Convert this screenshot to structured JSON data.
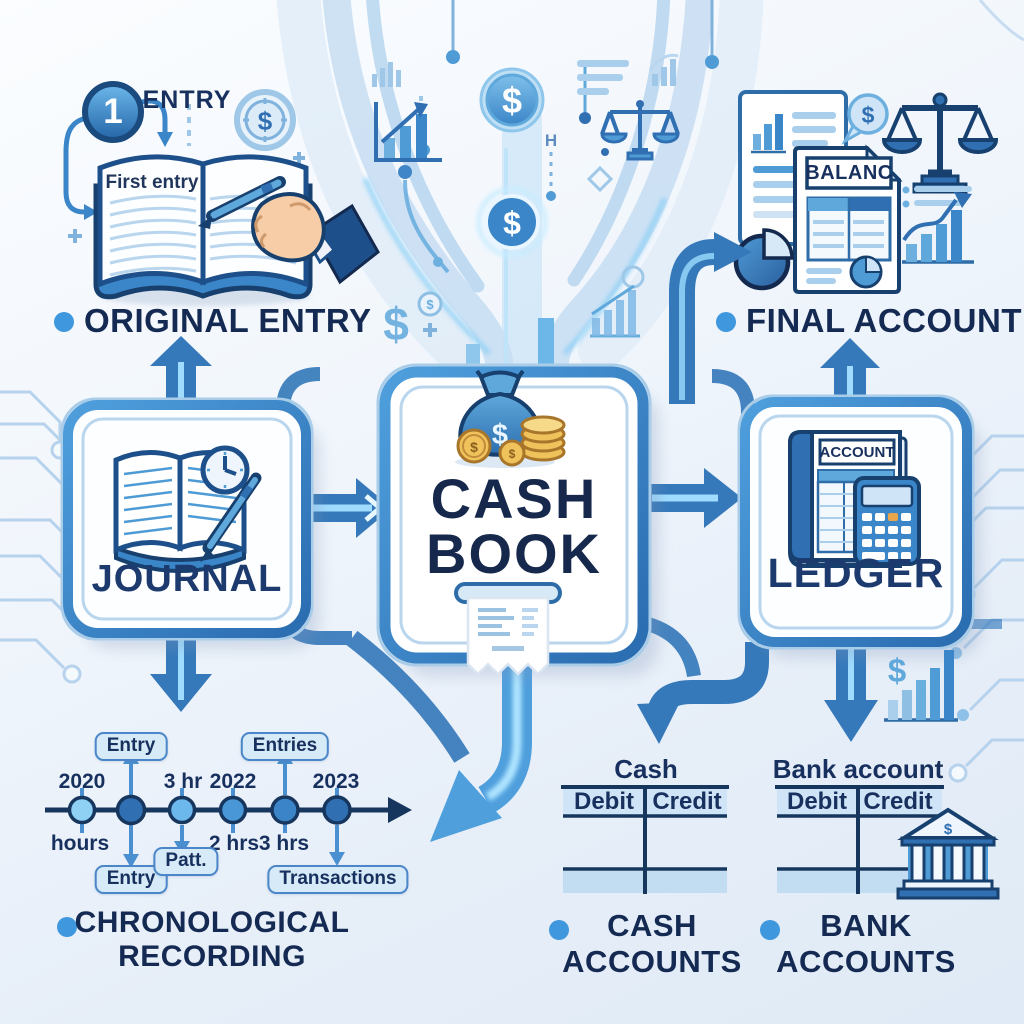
{
  "palette": {
    "accent_blue": "#3579ba",
    "navy_text": "#142a52",
    "light_blue": "#cfe4f6",
    "glow": "#9fdcff",
    "gold": "#f0c25c"
  },
  "top_left": {
    "badge": "1",
    "entry_label": "ENTRY",
    "book_text": "First entry",
    "caption": "ORIGINAL ENTRY"
  },
  "top_right": {
    "doc_title": "BALANC",
    "caption": "FINAL ACCOUNT"
  },
  "cash_book": {
    "line1": "CASH",
    "line2": "BOOK"
  },
  "journal": {
    "label": "JOURNAL"
  },
  "ledger": {
    "label": "LEDGER",
    "book_tab": "ACCOUNT"
  },
  "timeline": {
    "caption_line1": "CHRONOLOGICAL",
    "caption_line2": "RECORDING",
    "above_labels": [
      "2020",
      "Entry",
      "3 hr",
      "2022",
      "Entries",
      "2023"
    ],
    "below_labels": [
      "hours",
      "Entry",
      "Patt.",
      "2 hrs",
      "3 hrs",
      "Transactions"
    ]
  },
  "cash_account": {
    "title": "Cash",
    "col_debit": "Debit",
    "col_credit": "Credit",
    "caption_line1": "CASH",
    "caption_line2": "ACCOUNTS"
  },
  "bank_account": {
    "title": "Bank account",
    "col_debit": "Debit",
    "col_credit": "Credit",
    "caption_line1": "BANK",
    "caption_line2": "ACCOUNTS"
  },
  "glyphs": {
    "dollar": "$",
    "h": "H"
  }
}
